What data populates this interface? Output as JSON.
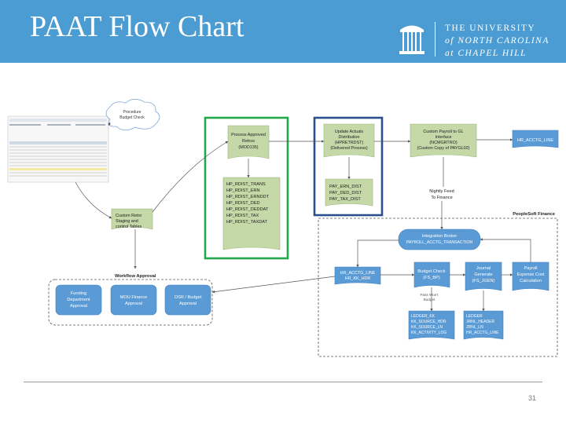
{
  "slide": {
    "title": "PAAT Flow Chart",
    "page_number": "31"
  },
  "logo": {
    "line1": "THE UNIVERSITY",
    "line2": "of NORTH CAROLINA",
    "line3": "at CHAPEL HILL"
  },
  "diagram": {
    "cloud_label_1": "Procedure",
    "cloud_label_2": "Budget Check",
    "retro_staging": [
      "Custom Retro",
      "Staging and",
      "control Tables"
    ],
    "process_approved": [
      "Process Approved",
      "Retros",
      "(MOD135)"
    ],
    "hp_tables": [
      "HP_RDIST_TRANS",
      "HP_RDIST_ERN",
      "HP_RDIST_ERNDDT",
      "HP_RDIST_DED",
      "HP_RDIST_DEDDAT",
      "HP_RDIST_TAX",
      "HP_RDIST_TAXDAT"
    ],
    "update_actuals": [
      "Update Actuals",
      "Distribution",
      "(HPRETRDST)",
      "(Delivered Process)"
    ],
    "pay_tables": [
      "PAY_ERN_DIST",
      "PAY_DED_DIST",
      "PAY_TAX_DIST"
    ],
    "custom_payroll_gl": [
      "Custom Payroll to GL",
      "Interface",
      "(NCMGRTRO)",
      "(Custom Copy of PAYGL02)"
    ],
    "hr_acctg_line_top": "HR_ACCTG_LINE",
    "nightly_feed": [
      "Nightly Feed",
      "To Finance"
    ],
    "peoplesoft_finance": "PeopleSoft Finance",
    "integration_broker": [
      "Integration Broker",
      "PAYROLL_ACCTG_TRANSACTION"
    ],
    "hr_acctg_lines_bottom": [
      "HR_ACCTG_LINE",
      "HR_KK_HDR"
    ],
    "budget_check": [
      "Budget Check",
      "(FS_BP)"
    ],
    "journal_generate": [
      "Journal",
      "Generate",
      "(FS_JGEN)"
    ],
    "payroll_expense": [
      "Payroll",
      "Expense Cost",
      "Calculation"
    ],
    "pass_budget": [
      "Pass Won't",
      "Budget"
    ],
    "kk_tables": [
      "LEDGER_KK",
      "KK_SOURCE_HDR",
      "KK_SOURCE_LN",
      "KK_ACTIVITY_LOG"
    ],
    "ledger_tables": [
      "LEDGER",
      "JRNL_HEADER",
      "JRNL_LN",
      "HR_ACCTG_LINE"
    ],
    "workflow_label": "Workflow Approval",
    "funding_department": [
      "Funding",
      "Department",
      "Approval"
    ],
    "mou_finance": [
      "MOU Finance",
      "Approval"
    ],
    "osr_budget": [
      "OSR / Budget",
      "Approval"
    ]
  },
  "colors": {
    "header_blue": "#4b9cd3",
    "green_box": "#c4d8a8",
    "blue_box": "#5b9bd5",
    "highlight_green": "#22a84a",
    "highlight_navy": "#2b4f8c"
  }
}
